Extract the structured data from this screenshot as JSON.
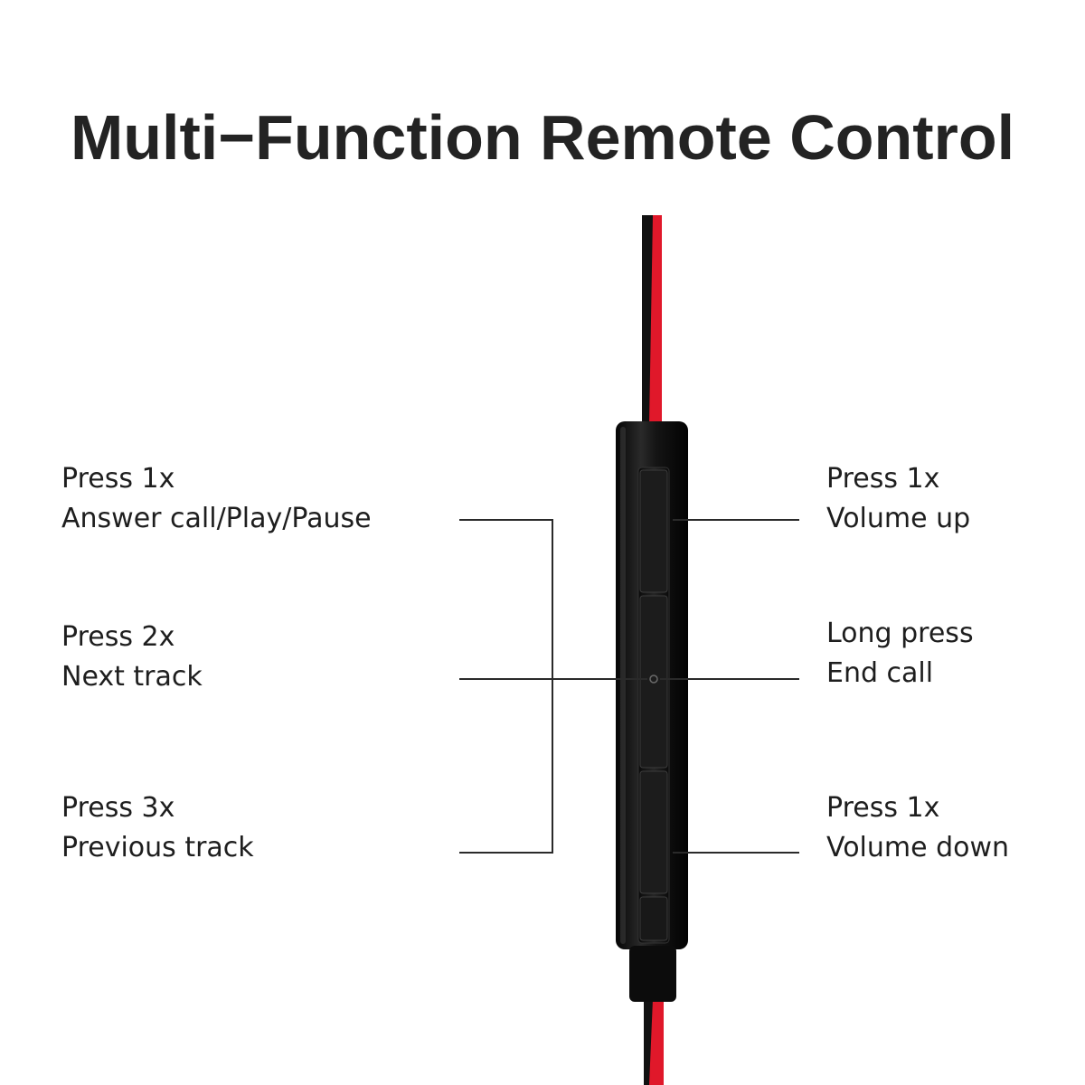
{
  "title": "Multi−Function Remote Control",
  "colors": {
    "cable_red": "#e0182a",
    "cable_black": "#111111",
    "remote_body": "#141414",
    "callout_line": "#2a2a2a"
  },
  "left_labels": [
    {
      "action": "Press 1x",
      "function": "Answer call/Play/Pause"
    },
    {
      "action": "Press 2x",
      "function": "Next track"
    },
    {
      "action": "Press 3x",
      "function": "Previous track"
    }
  ],
  "right_labels": [
    {
      "action": "Press 1x",
      "function": "Volume up"
    },
    {
      "action": "Long press",
      "function": "End call"
    },
    {
      "action": "Press 1x",
      "function": "Volume down"
    }
  ]
}
